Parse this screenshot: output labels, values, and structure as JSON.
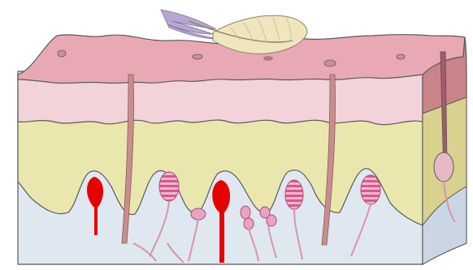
{
  "diagram": {
    "kind": "skin-cross-section",
    "stimulus": "feather",
    "layers": [
      "epidermis-surface",
      "epidermis",
      "dermis",
      "subcutis"
    ],
    "receptors": [
      "free-nerve-ending",
      "meissner-corpuscle",
      "pacinian-corpuscle",
      "merkel-disk"
    ],
    "colors": {
      "surface": "#e9a9b4",
      "surface_top": "#f0bfc6",
      "epidermis": "#f1d3d9",
      "dermis": "#e9e7ad",
      "subcutis": "#dfe7f0",
      "nerve": "#d796a6",
      "red_receptor": "#e60000",
      "striped_receptor": "#e37aa7",
      "hair_shaft": "#c88e8e",
      "side_face": "#c9848a",
      "outline": "#5a5a5a",
      "feather_body": "#efe6bf",
      "feather_barbs": "#b6a8d0"
    }
  }
}
